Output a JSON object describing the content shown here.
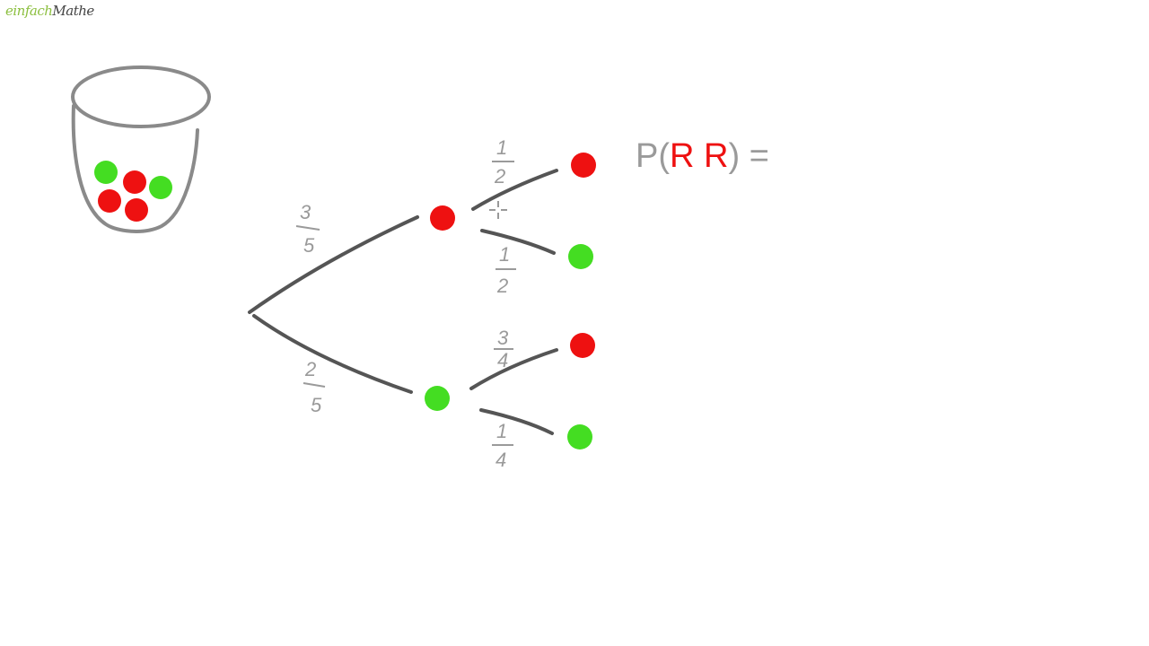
{
  "logo": {
    "part1": "einfach",
    "part2": "Mathe"
  },
  "colors": {
    "red": "#ee1111",
    "green": "#44dd22",
    "line": "#555555",
    "label": "#9a9a9a",
    "logo_green": "#8cbf3f"
  },
  "urn": {
    "balls": [
      "green",
      "red",
      "green",
      "red",
      "red"
    ]
  },
  "tree": {
    "first_level": [
      {
        "outcome": "red",
        "numerator": "3",
        "denominator": "5"
      },
      {
        "outcome": "green",
        "numerator": "2",
        "denominator": "5"
      }
    ],
    "second_level_after_red": [
      {
        "outcome": "red",
        "numerator": "1",
        "denominator": "2"
      },
      {
        "outcome": "green",
        "numerator": "1",
        "denominator": "2"
      }
    ],
    "second_level_after_green": [
      {
        "outcome": "red",
        "numerator": "3",
        "denominator": "4"
      },
      {
        "outcome": "green",
        "numerator": "1",
        "denominator": "4"
      }
    ]
  },
  "formula": {
    "prefix": "P(",
    "event": "R R",
    "suffix": ") ="
  }
}
